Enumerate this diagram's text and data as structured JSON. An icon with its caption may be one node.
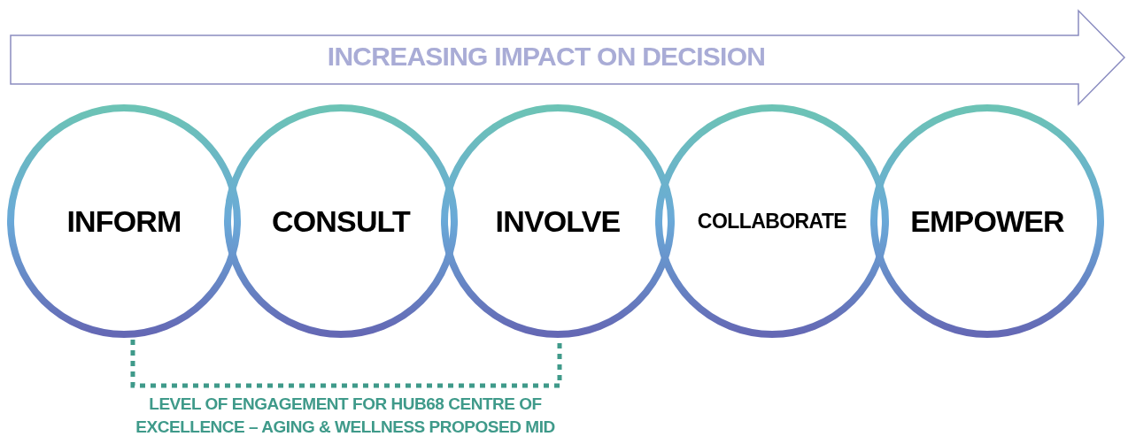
{
  "diagram": {
    "nodes": [
      {
        "text": [
          "INCREASING IMPACT ON DECISION"
        ]
      },
      {
        "text": [
          "INFORM"
        ]
      },
      {
        "text": [
          "CONSULT"
        ]
      },
      {
        "text": [
          "INVOLVE"
        ]
      },
      {
        "text": [
          "COLLABORATE"
        ]
      },
      {
        "text": [
          "EMPOWER"
        ]
      }
    ],
    "labels": [
      "LEVEL OF ENGAGEMENT FOR HUB68 CENTRE OF EXCELLENCE – AGING & WELLNESS PROPOSED MID"
    ]
  }
}
